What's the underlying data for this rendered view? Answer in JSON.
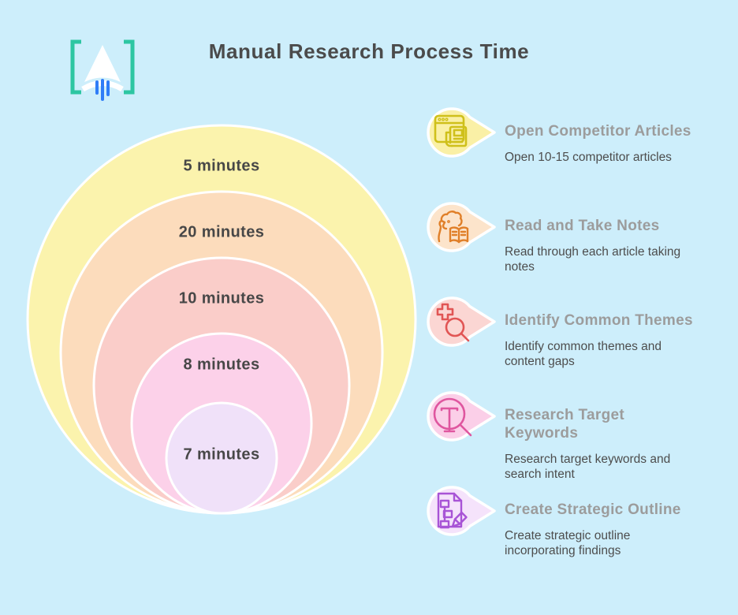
{
  "page": {
    "title": "Manual Research Process Time",
    "background_color": "#cdeefb"
  },
  "logo": {
    "name": "rocket-a-logo",
    "bracket_color": "#2dc6a2",
    "arrow_color": "#ffffff",
    "thrust_color": "#2f7df7"
  },
  "chart_data": {
    "type": "nested-circles",
    "title": "Manual Research Process Time",
    "legend_position": "right",
    "series": [
      {
        "step": "Open Competitor Articles",
        "label": "5 minutes",
        "minutes": 5,
        "color": "#fbf3ad"
      },
      {
        "step": "Read and Take Notes",
        "label": "20 minutes",
        "minutes": 20,
        "color": "#fcdcbc"
      },
      {
        "step": "Identify Common Themes",
        "label": "10 minutes",
        "minutes": 10,
        "color": "#facdc9"
      },
      {
        "step": "Research Target Keywords",
        "label": "8 minutes",
        "minutes": 8,
        "color": "#fcd1e9"
      },
      {
        "step": "Create Strategic Outline",
        "label": "7 minutes",
        "minutes": 7,
        "color": "#f0e1f9"
      }
    ]
  },
  "legend": {
    "items": [
      {
        "title": "Open Competitor Articles",
        "description": "Open 10-15 competitor articles",
        "icon": "browser-article-icon",
        "badge_color": "#faf0a6",
        "icon_color": "#cfc01a"
      },
      {
        "title": "Read and Take Notes",
        "description": "Read through each article taking notes",
        "icon": "person-reading-icon",
        "badge_color": "#fce4cb",
        "icon_color": "#e07f28"
      },
      {
        "title": "Identify Common Themes",
        "description": "Identify common themes and content gaps",
        "icon": "plus-magnifier-icon",
        "badge_color": "#fbd6d3",
        "icon_color": "#e15554"
      },
      {
        "title": "Research Target Keywords",
        "description": "Research target keywords and search intent",
        "icon": "text-magnifier-icon",
        "badge_color": "#fbcfe8",
        "icon_color": "#df569f"
      },
      {
        "title": "Create Strategic Outline",
        "description": "Create strategic outline incorporating findings",
        "icon": "document-pencil-icon",
        "badge_color": "#f5e3fb",
        "icon_color": "#a854d6"
      }
    ]
  }
}
